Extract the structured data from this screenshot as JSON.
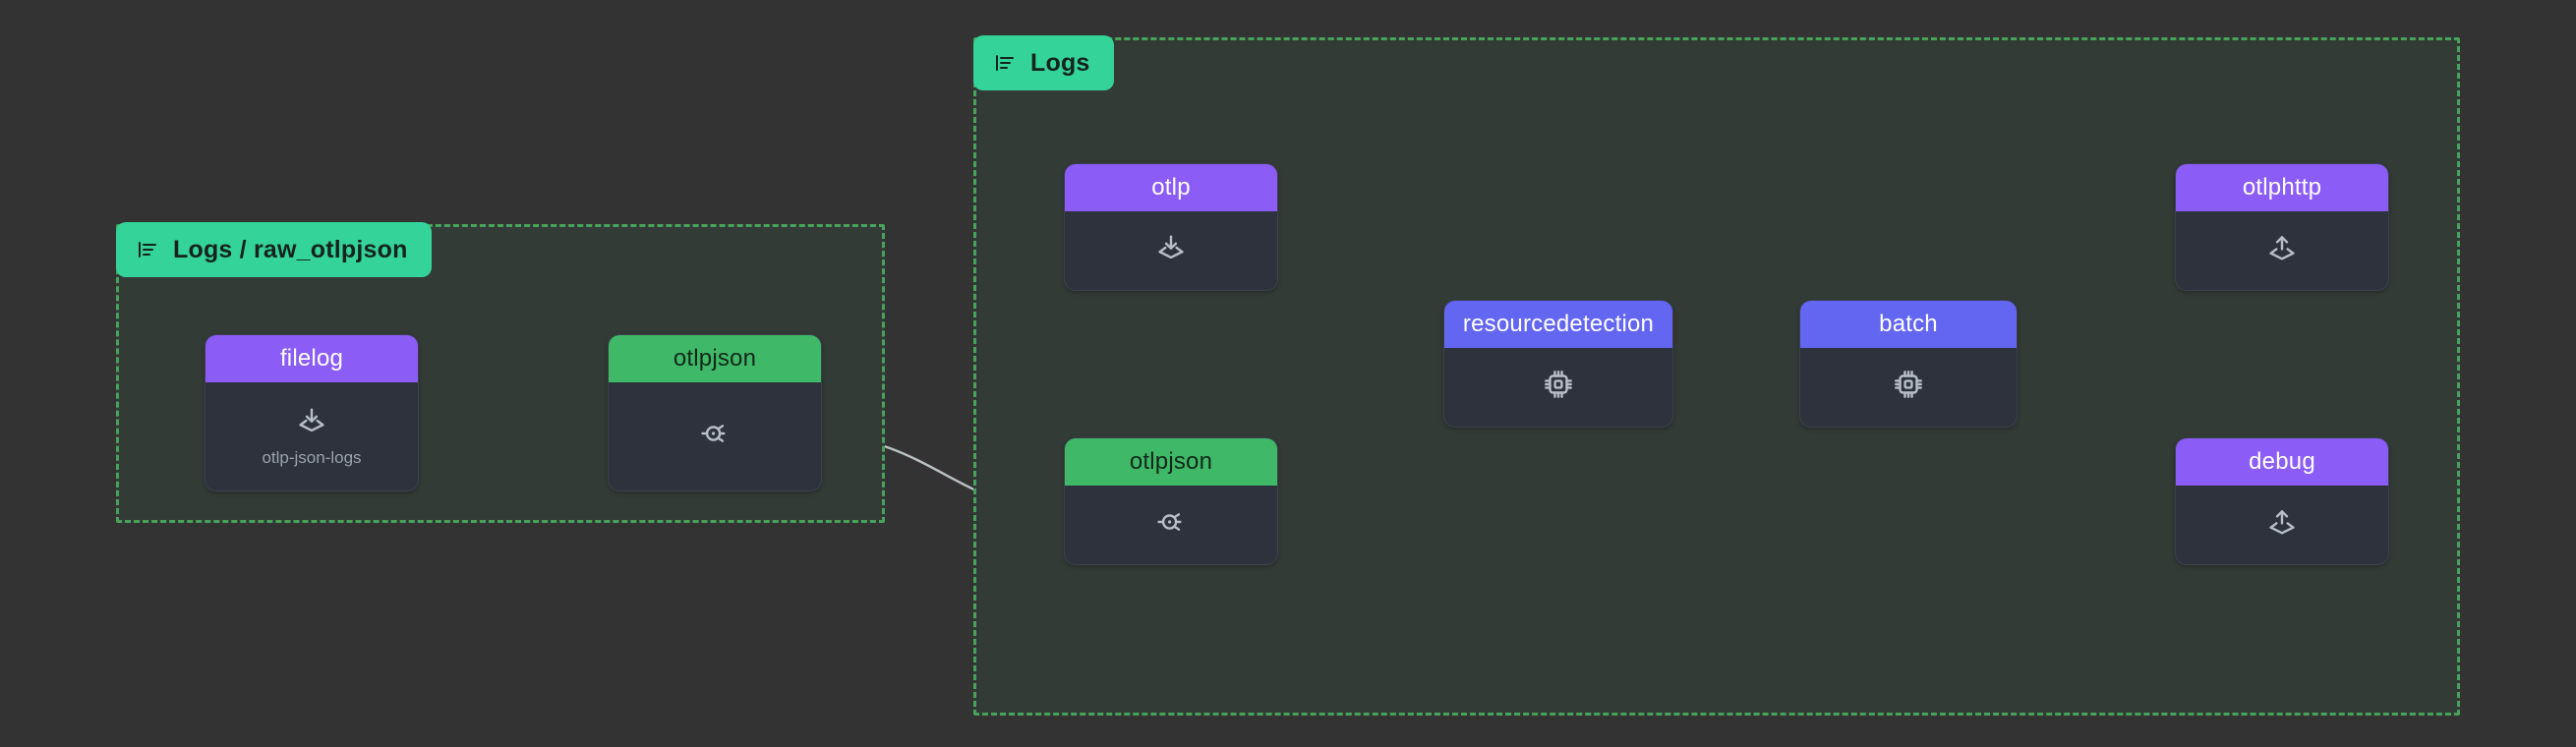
{
  "theme": {
    "page_background": "#333333",
    "pipeline_background": "#333b37",
    "pipeline_border": "#48a35a",
    "badge_green": "#34d399",
    "receiver_purple": "#8b5cf6",
    "processor_indigo": "#6366f1",
    "connector_green": "#3fb968",
    "node_body": "#2d323c",
    "edge_stroke": "#b9c1c4",
    "icon_color": "#b8bec8"
  },
  "pipelines": [
    {
      "id": "raw-otlpjson",
      "badge_label": "Logs / raw_otlpjson",
      "badge_icon": "pipeline-list-icon"
    },
    {
      "id": "logs",
      "badge_label": "Logs",
      "badge_icon": "pipeline-list-icon"
    }
  ],
  "nodes": [
    {
      "id": "filelog",
      "title": "filelog",
      "kind": "receiver",
      "icon": "download-tray-icon",
      "subtitle": "otlp-json-logs",
      "header_color": "#8b5cf6"
    },
    {
      "id": "otlpjson-raw",
      "title": "otlpjson",
      "kind": "connector",
      "icon": "connector-bug-icon",
      "subtitle": "",
      "header_color": "#3fb968"
    },
    {
      "id": "otlp",
      "title": "otlp",
      "kind": "receiver",
      "icon": "download-tray-icon",
      "subtitle": "",
      "header_color": "#8b5cf6"
    },
    {
      "id": "otlpjson-logs",
      "title": "otlpjson",
      "kind": "connector",
      "icon": "connector-bug-icon",
      "subtitle": "",
      "header_color": "#3fb968"
    },
    {
      "id": "resourcedetection",
      "title": "resourcedetection",
      "kind": "processor",
      "icon": "cpu-chip-icon",
      "subtitle": "",
      "header_color": "#6366f1"
    },
    {
      "id": "batch",
      "title": "batch",
      "kind": "processor",
      "icon": "cpu-chip-icon",
      "subtitle": "",
      "header_color": "#6366f1"
    },
    {
      "id": "otlphttp",
      "title": "otlphttp",
      "kind": "exporter",
      "icon": "upload-tray-icon",
      "subtitle": "",
      "header_color": "#8b5cf6"
    },
    {
      "id": "debug",
      "title": "debug",
      "kind": "exporter",
      "icon": "upload-tray-icon",
      "subtitle": "",
      "header_color": "#8b5cf6"
    }
  ],
  "edges": [
    {
      "from": "filelog",
      "to": "otlpjson-raw",
      "style": "straight"
    },
    {
      "from": "otlpjson-raw",
      "to": "otlpjson-logs",
      "style": "bezier"
    },
    {
      "from": "otlp",
      "to": "resourcedetection",
      "style": "bezier"
    },
    {
      "from": "otlpjson-logs",
      "to": "resourcedetection",
      "style": "bezier"
    },
    {
      "from": "resourcedetection",
      "to": "batch",
      "style": "straight"
    },
    {
      "from": "batch",
      "to": "otlphttp",
      "style": "bezier"
    },
    {
      "from": "batch",
      "to": "debug",
      "style": "bezier"
    }
  ]
}
